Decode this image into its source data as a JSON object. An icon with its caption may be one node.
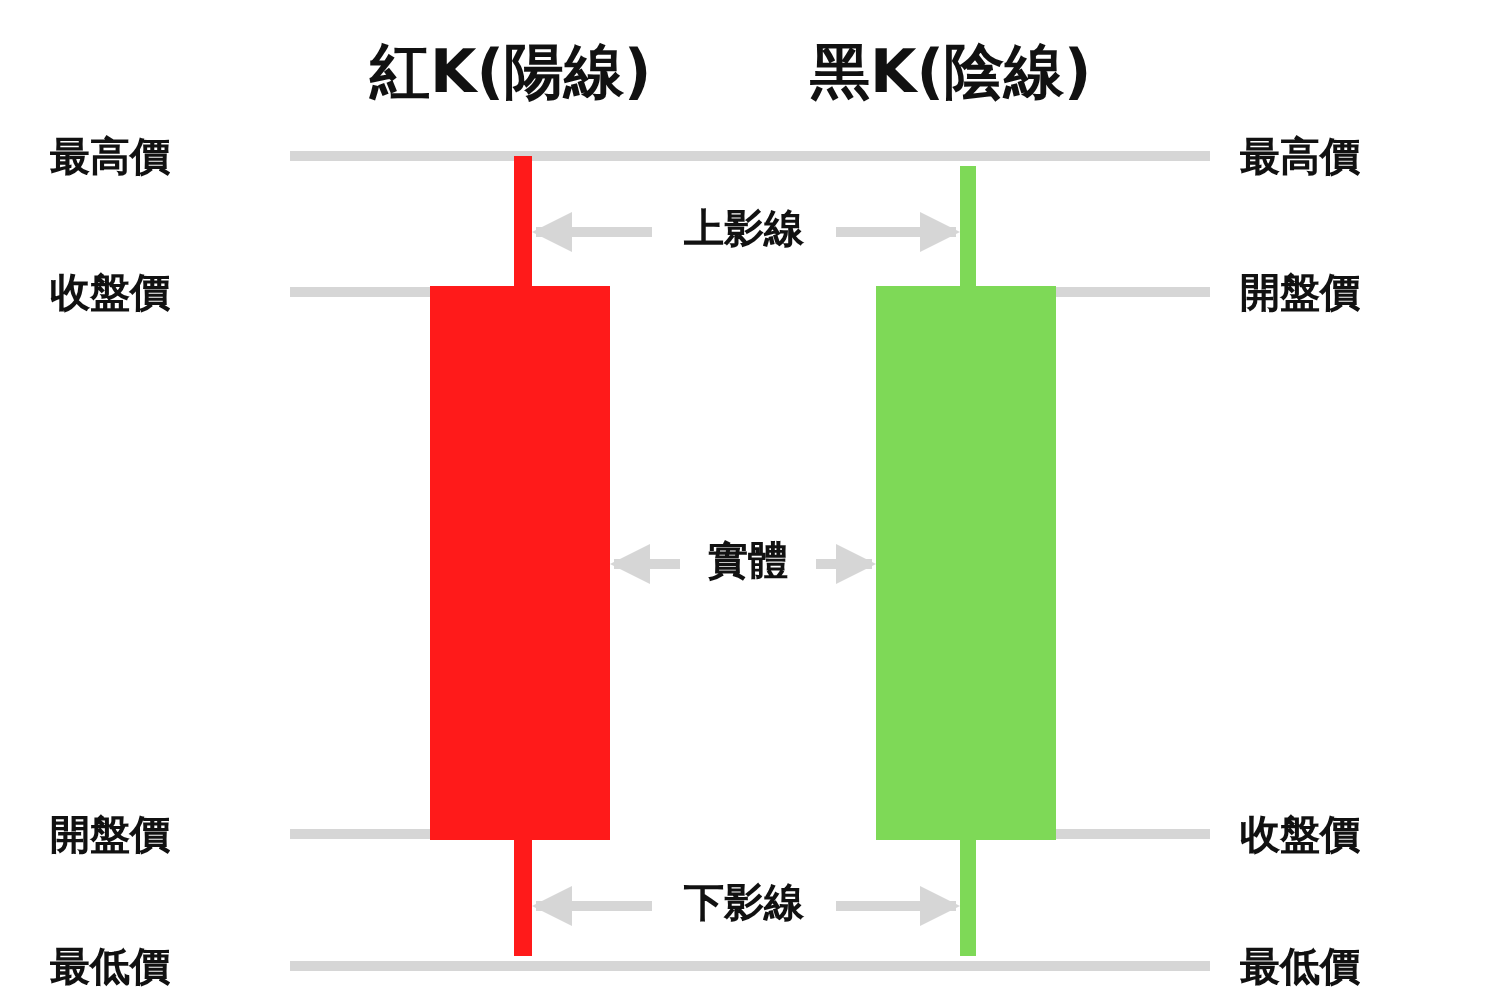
{
  "diagram": {
    "nodes": [
      {
        "text": [
          "上影線"
        ]
      },
      {
        "text": [
          "實體"
        ]
      },
      {
        "text": [
          "下影線"
        ]
      },
      {
        "text": [],
        "shape": "bar"
      },
      {
        "text": [],
        "shape": "bar"
      },
      {
        "text": [],
        "shape": "bar"
      },
      {
        "text": [],
        "shape": "bar"
      },
      {
        "text": [],
        "shape": "bar"
      },
      {
        "text": [],
        "shape": "bar"
      }
    ],
    "edges": [
      {
        "from": 0,
        "to": 3,
        "arrow": "to"
      },
      {
        "from": 0,
        "to": 6,
        "arrow": "to"
      },
      {
        "from": 1,
        "to": 4,
        "arrow": "to"
      },
      {
        "from": 1,
        "to": 7,
        "arrow": "to"
      },
      {
        "from": 2,
        "to": 5,
        "arrow": "to"
      },
      {
        "from": 2,
        "to": 8,
        "arrow": "to"
      }
    ],
    "labels": [
      "紅K(陽線)",
      "黑K(陰線)",
      "最高價",
      "最高價",
      "收盤價",
      "開盤價",
      "開盤價",
      "收盤價",
      "最低價",
      "最低價"
    ]
  }
}
